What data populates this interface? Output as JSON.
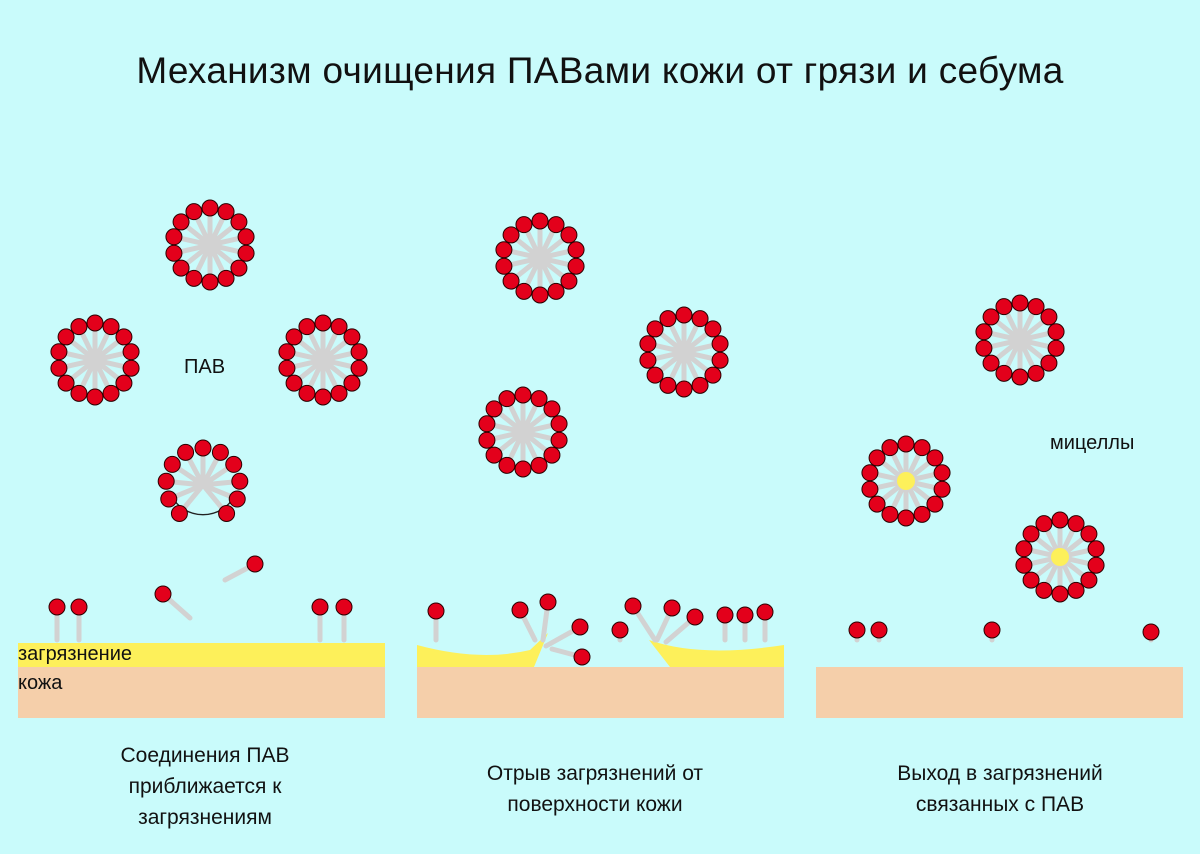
{
  "title": "Механизм очищения ПАВами кожи от грязи и себума",
  "labels": {
    "surfactant": "ПАВ",
    "micelles": "мицеллы",
    "dirt": "загрязнение",
    "skin": "кожа"
  },
  "captions": [
    "Соединения ПАВ\nприближается к\nзагрязнениям",
    "Отрыв загрязнений от\nповерхности кожи",
    "Выход в загрязнений\nсвязанных с ПАВ"
  ],
  "colors": {
    "background": "#c9fbfb",
    "head": "#e3001b",
    "tail": "#d2d2d2",
    "dirt": "#fdf05a",
    "skin": "#f5cfaa",
    "core": "#fdf05a"
  }
}
